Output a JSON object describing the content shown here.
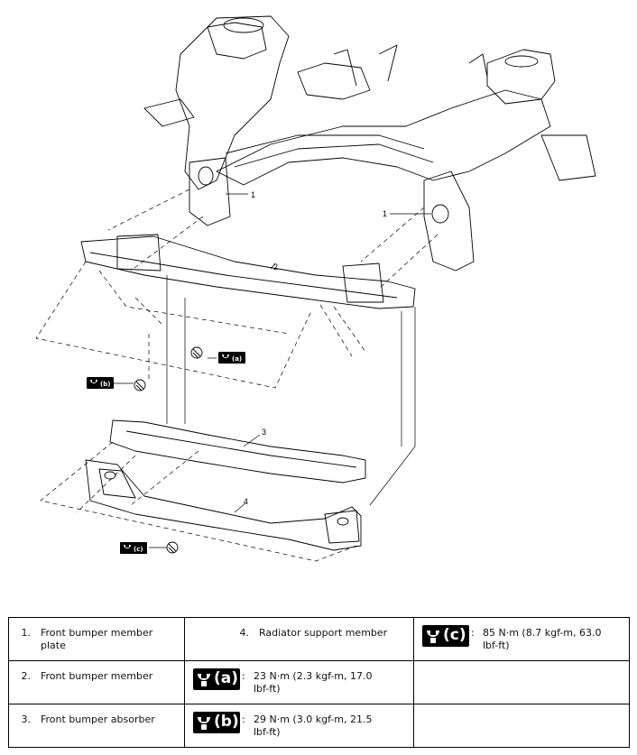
{
  "diagram": {
    "callouts": [
      "1",
      "1",
      "2",
      "3",
      "4"
    ],
    "torque_tags": [
      "(a)",
      "(b)",
      "(c)"
    ]
  },
  "legend": {
    "rows": [
      {
        "no": "1.",
        "part": "Front bumper member plate",
        "no2": "4.",
        "part2": "Radiator support member",
        "tag": "(c)",
        "torque": "85 N·m (8.7 kgf-m, 63.0 lbf-ft)"
      },
      {
        "no": "2.",
        "part": "Front bumper member",
        "tag": "(a)",
        "torque": "23 N·m (2.3 kgf-m, 17.0 lbf-ft)"
      },
      {
        "no": "3.",
        "part": "Front bumper absorber",
        "tag": "(b)",
        "torque": "29 N·m (3.0 kgf-m, 21.5 lbf-ft)"
      }
    ],
    "colon": ":"
  },
  "icons": {
    "torque": "torque-wrench-icon",
    "bolt": "bolt-icon"
  }
}
